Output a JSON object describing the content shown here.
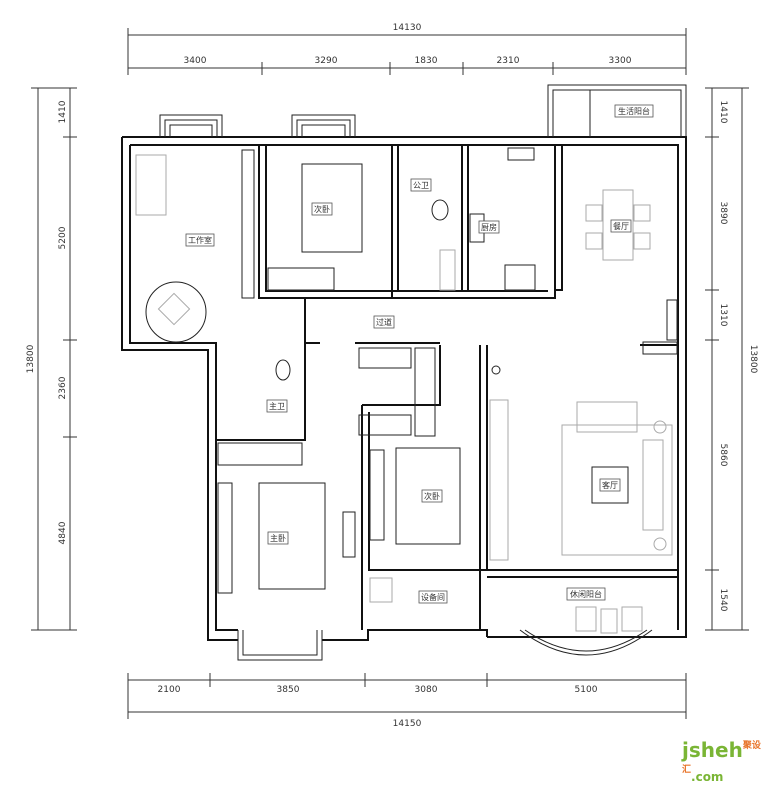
{
  "dimensions": {
    "top_total": "14130",
    "top": [
      "3400",
      "3290",
      "1830",
      "2310",
      "3300"
    ],
    "bottom": [
      "2100",
      "3850",
      "3080",
      "5100"
    ],
    "bottom_total": "14150",
    "left_total": "13800",
    "left": [
      "1410",
      "5200",
      "2360",
      "4840"
    ],
    "right_total": "13800",
    "right": [
      "1410",
      "3890",
      "1310",
      "5860",
      "1540"
    ]
  },
  "rooms": {
    "study": "工作室",
    "bedroom2": "次卧",
    "public_bath": "公卫",
    "kitchen": "厨房",
    "dining": "餐厅",
    "utility_balcony": "生活阳台",
    "corridor": "过道",
    "master_bath": "主卫",
    "master_bedroom": "主卧",
    "bedroom3": "次卧",
    "living": "客厅",
    "equipment": "设备间",
    "leisure_balcony": "休闲阳台"
  },
  "logo": {
    "brand": "jsheh",
    "suffix": ".com",
    "cn": "聚设汇"
  }
}
